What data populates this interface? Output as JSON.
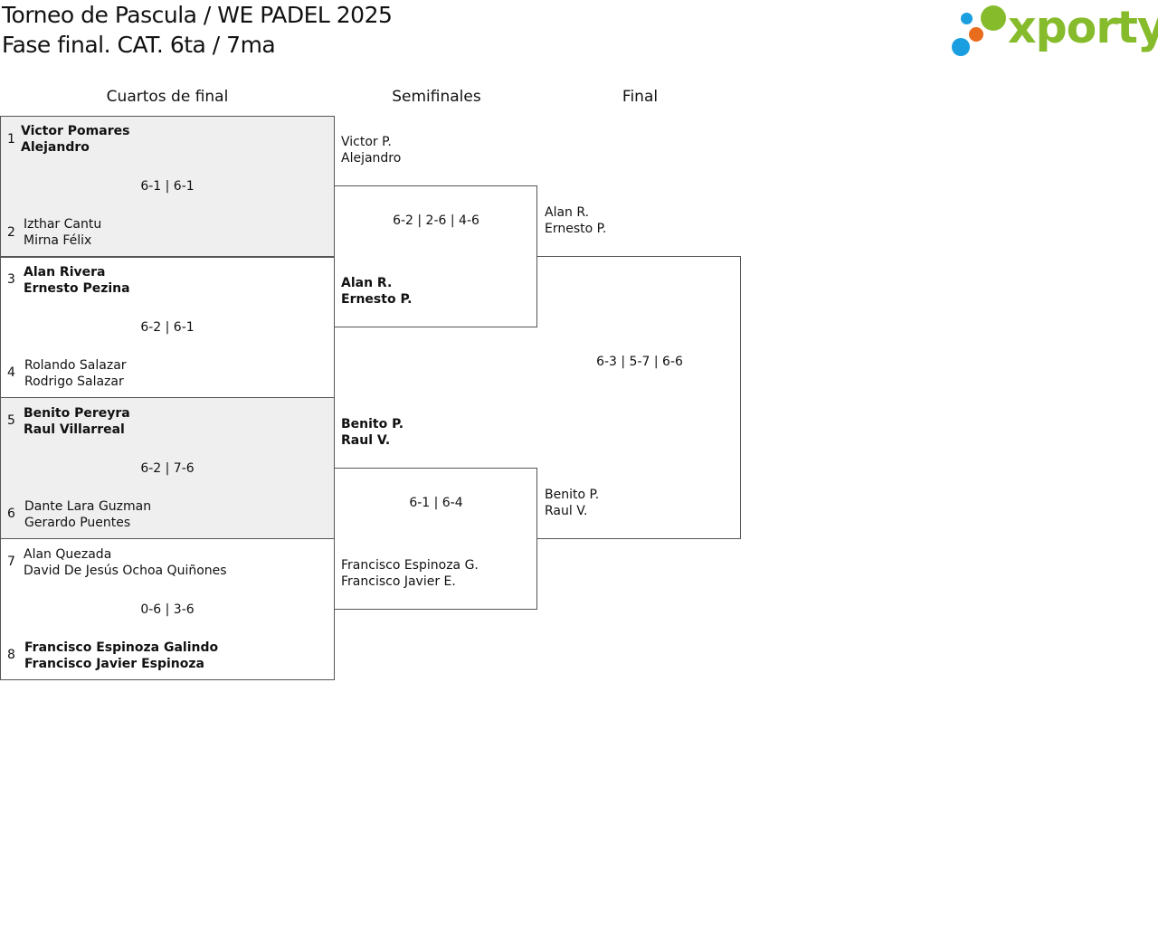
{
  "header": {
    "title_line1": "Torneo de Pascula / WE PADEL 2025",
    "title_line2": "Fase final. CAT. 6ta / 7ma"
  },
  "logo": {
    "text": "xporty",
    "colors": {
      "green": "#86bb2c",
      "blue": "#1a9ee0",
      "orange": "#e96b1c"
    }
  },
  "rounds": [
    "Cuartos de final",
    "Semifinales",
    "Final"
  ],
  "quarterfinals": [
    {
      "top": {
        "seed": "1",
        "p1": "Victor Pomares",
        "p2": "Alejandro",
        "winner": true
      },
      "score": "6-1 | 6-1",
      "bottom": {
        "seed": "2",
        "p1": "Izthar Cantu",
        "p2": "Mirna Félix",
        "winner": false
      }
    },
    {
      "top": {
        "seed": "3",
        "p1": "Alan Rivera",
        "p2": "Ernesto Pezina",
        "winner": true
      },
      "score": "6-2 | 6-1",
      "bottom": {
        "seed": "4",
        "p1": "Rolando Salazar",
        "p2": "Rodrigo Salazar",
        "winner": false
      }
    },
    {
      "top": {
        "seed": "5",
        "p1": "Benito Pereyra",
        "p2": "Raul Villarreal",
        "winner": true
      },
      "score": "6-2 | 7-6",
      "bottom": {
        "seed": "6",
        "p1": "Dante Lara Guzman",
        "p2": "Gerardo Puentes",
        "winner": false
      }
    },
    {
      "top": {
        "seed": "7",
        "p1": "Alan Quezada",
        "p2": "David De Jesús Ochoa Quiñones",
        "winner": false
      },
      "score": "0-6 | 3-6",
      "bottom": {
        "seed": "8",
        "p1": "Francisco Espinoza Galindo",
        "p2": "Francisco Javier Espinoza",
        "winner": true
      }
    }
  ],
  "semifinals": [
    {
      "top": {
        "p1": "Victor P.",
        "p2": "Alejandro",
        "winner": false
      },
      "score": "6-2 | 2-6 | 4-6",
      "bottom": {
        "p1": "Alan R.",
        "p2": "Ernesto P.",
        "winner": true
      }
    },
    {
      "top": {
        "p1": "Benito P.",
        "p2": "Raul V.",
        "winner": true
      },
      "score": "6-1 | 6-4",
      "bottom": {
        "p1": "Francisco Espinoza G.",
        "p2": "Francisco Javier E.",
        "winner": false
      }
    }
  ],
  "final": {
    "top": {
      "p1": "Alan R.",
      "p2": "Ernesto P.",
      "winner": false
    },
    "score": "6-3 | 5-7 | 6-6",
    "bottom": {
      "p1": "Benito P.",
      "p2": "Raul V.",
      "winner": false
    }
  }
}
